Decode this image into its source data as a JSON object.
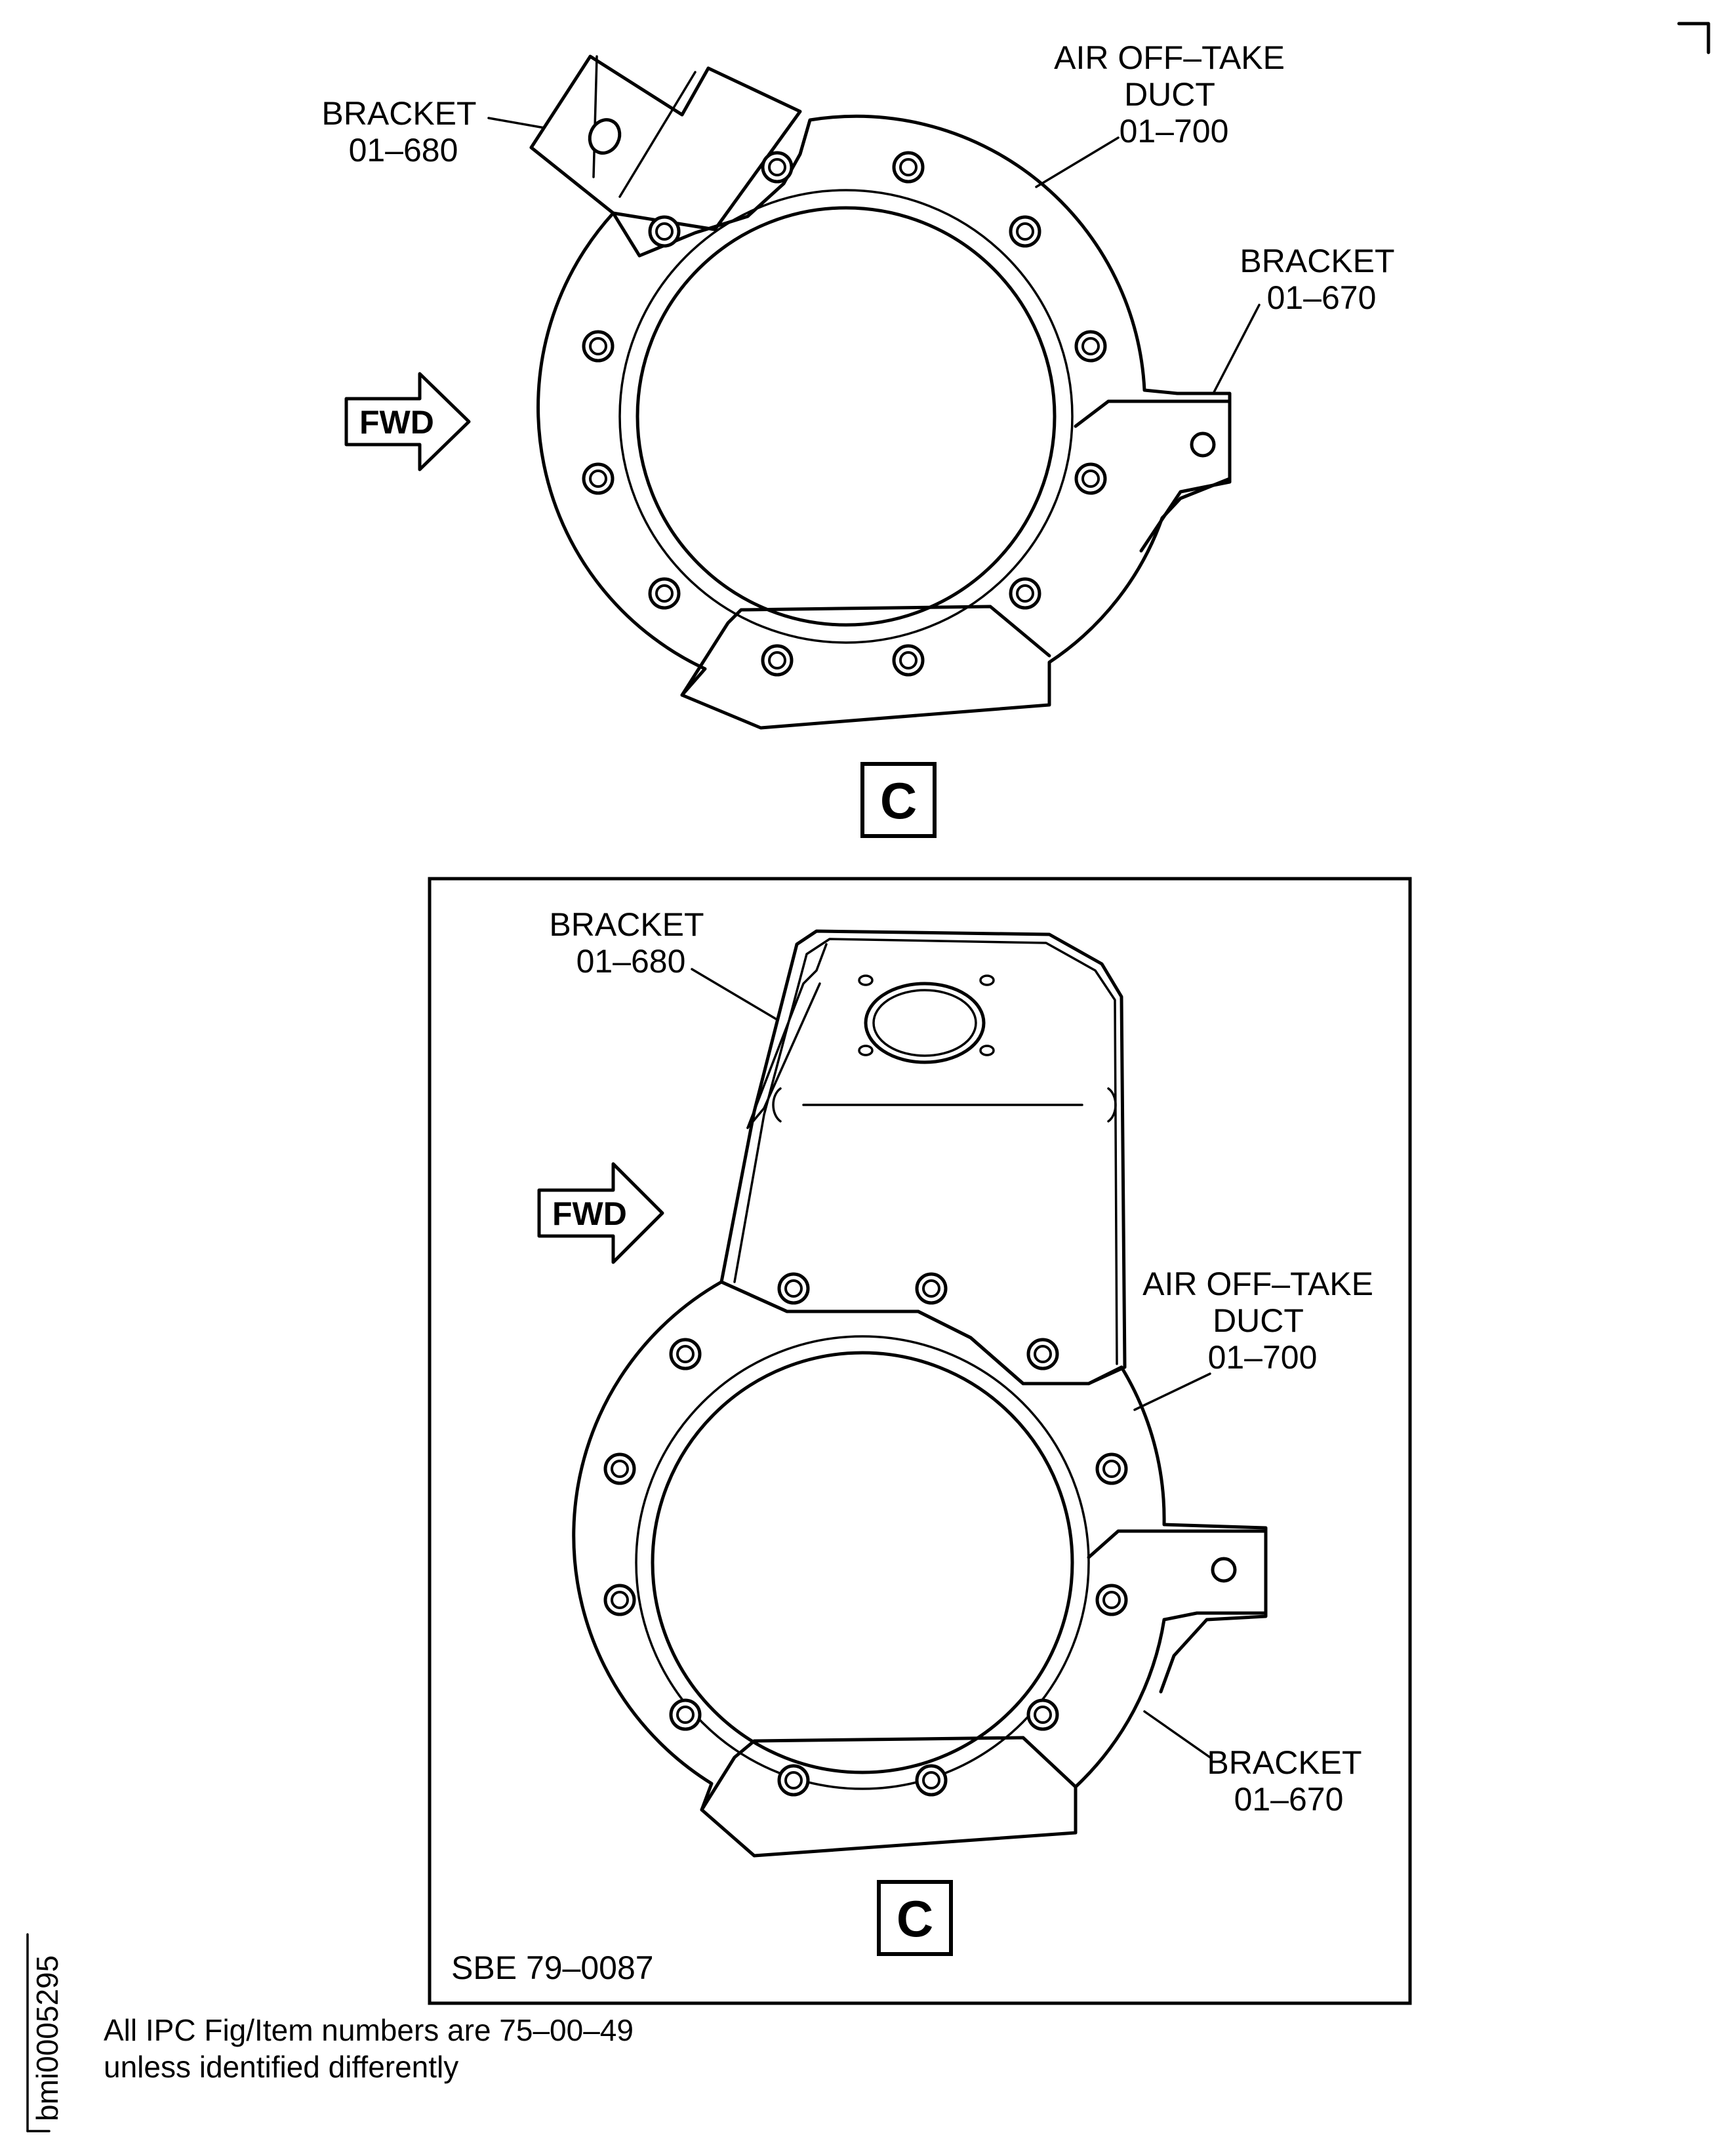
{
  "top_view": {
    "labels": {
      "bracket_680": [
        "BRACKET",
        "01–680"
      ],
      "duct_700": [
        "AIR OFF–TAKE",
        "DUCT",
        "01–700"
      ],
      "bracket_670": [
        "BRACKET",
        "01–670"
      ]
    },
    "fwd": "FWD",
    "view_letter": "C"
  },
  "bottom_view": {
    "labels": {
      "bracket_680": [
        "BRACKET",
        "01–680"
      ],
      "duct_700": [
        "AIR OFF–TAKE",
        "DUCT",
        "01–700"
      ],
      "bracket_670": [
        "BRACKET",
        "01–670"
      ]
    },
    "fwd": "FWD",
    "view_letter": "C",
    "sbe": "SBE 79–0087"
  },
  "note": [
    "All IPC Fig/Item numbers are 75–00–49",
    "unless identified differently"
  ],
  "figure_id": "bmi0005295"
}
